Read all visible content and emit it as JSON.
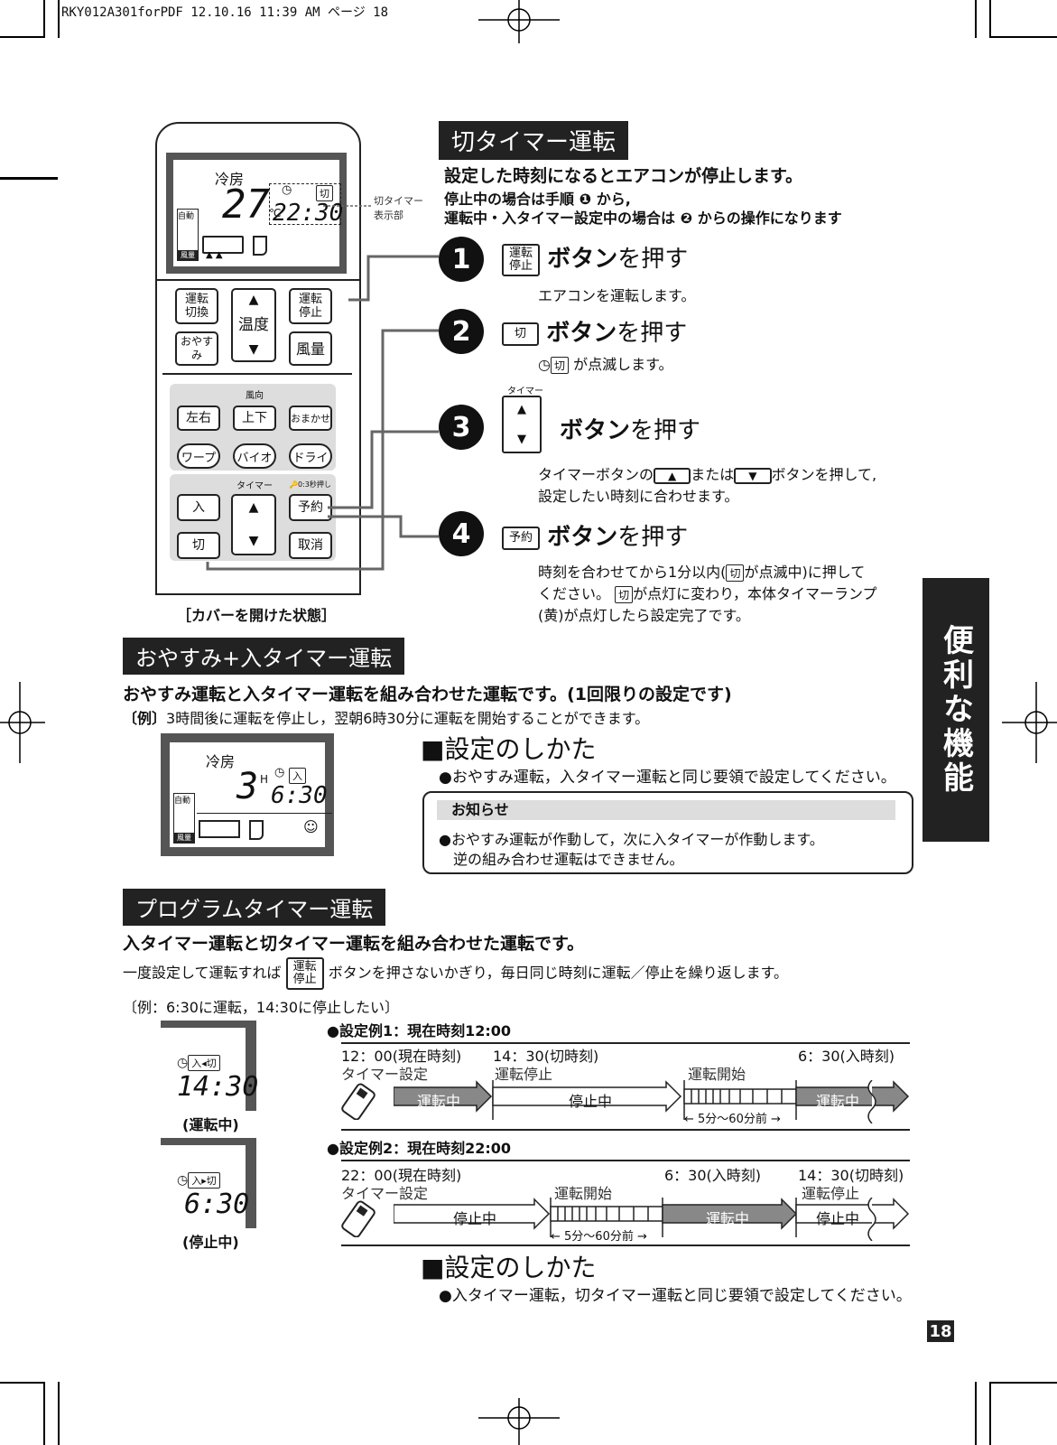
{
  "header": {
    "print_info": "RKY012A301forPDF  12.10.16 11:39 AM  ページ 18"
  },
  "remote": {
    "lcd": {
      "mode": "冷房",
      "temp": "27",
      "unit": "℃",
      "time": "22:30",
      "auto": "自動",
      "fan": "風量",
      "timer_icon_label": "切"
    },
    "callout": "切タイマー\n表示部",
    "buttons": {
      "run_switch": "運転\n切換",
      "temp_up": "▲",
      "temp": "温度",
      "temp_down": "▼",
      "run_stop": "運転\n停止",
      "oyasumi": "おやすみ",
      "fan": "風量",
      "wind_dir": "風向",
      "lr": "左右",
      "ud": "上下",
      "omakase": "おまかせ",
      "warp": "ワープ",
      "bio": "バイオ",
      "dry": "ドライ",
      "timer": "タイマー",
      "lock": "🔑0:3秒押し",
      "in": "入",
      "up": "▲",
      "reserve": "予約",
      "off": "切",
      "down": "▼",
      "cancel": "取消"
    },
    "caption": "［カバーを開けた状態］"
  },
  "sec1": {
    "title": "切タイマー運転",
    "lead": "設定した時刻になるとエアコンが停止します。",
    "sub1": "停止中の場合は手順 ❶ から,",
    "sub2": "運転中・入タイマー設定中の場合は ❷ からの操作になります",
    "steps": [
      {
        "num": "1",
        "key": "運転\n停止",
        "btn": "ボタン",
        "rest": "を押す",
        "desc": "エアコンを運転します。"
      },
      {
        "num": "2",
        "key": "切",
        "btn": "ボタン",
        "rest": "を押す",
        "desc": "が点滅します。",
        "desc_key": "切"
      },
      {
        "num": "3",
        "key_label": "タイマー",
        "btn": "ボタン",
        "rest": "を押す",
        "desc1": "タイマーボタンの",
        "desc_up": "▲",
        "desc_or": "または",
        "desc_down": "▼",
        "desc2": "ボタンを押して,",
        "desc3": "設定したい時刻に合わせます。"
      },
      {
        "num": "4",
        "key": "予約",
        "btn": "ボタン",
        "rest": "を押す",
        "desc1a": "時刻を合わせてから1分以内(",
        "desc1k": "切",
        "desc1b": "が点滅中)に押して",
        "desc2a": "ください。",
        "desc2k": "切",
        "desc2b": "が点灯に変わり，本体タイマーランプ",
        "desc3": "(黄)が点灯したら設定完了です。"
      }
    ]
  },
  "sec2": {
    "title": "おやすみ+入タイマー運転",
    "lead": "おやすみ運転と入タイマー運転を組み合わせた運転です。(1回限りの設定です)",
    "example_label": "〔例〕",
    "example": "3時間後に運転を停止し，翌朝6時30分に運転を開始することができます。",
    "lcd": {
      "mode": "冷房",
      "hours": "3",
      "h": "H",
      "time": "6:30",
      "timer_label": "入",
      "auto": "自動",
      "fan": "風量"
    },
    "howto_title": "■設定のしかた",
    "howto": "●おやすみ運転，入タイマー運転と同じ要領で設定してください。",
    "notice_title": "お知らせ",
    "notice1": "●おやすみ運転が作動して，次に入タイマーが作動します。",
    "notice2": "逆の組み合わせ運転はできません。"
  },
  "sec3": {
    "title": "プログラムタイマー運転",
    "lead": "入タイマー運転と切タイマー運転を組み合わせた運転です。",
    "line_a": "一度設定して運転すれば",
    "line_key": "運転\n停止",
    "line_b": "ボタンを押さないかぎり，毎日同じ時刻に運転／停止を繰り返します。",
    "example": "〔例：6:30に運転，14:30に停止したい〕",
    "lcd1": {
      "labels": "入◂切",
      "time": "14:30",
      "caption": "(運転中)"
    },
    "lcd2": {
      "labels": "入▸切",
      "time": "6:30",
      "caption": "(停止中)"
    },
    "ex1": {
      "title": "●設定例1：現在時刻12:00",
      "t1": "12：00(現在時刻)",
      "t2": "14：30(切時刻)",
      "t3": "6：30(入時刻)",
      "s1": "タイマー設定",
      "s2": "運転停止",
      "s3": "運転開始",
      "b1": "運転中",
      "b2": "停止中",
      "b3": "運転中",
      "range": "← 5分〜60分前 →"
    },
    "ex2": {
      "title": "●設定例2：現在時刻22:00",
      "t1": "22：00(現在時刻)",
      "t2": "6：30(入時刻)",
      "t3": "14：30(切時刻)",
      "s1": "タイマー設定",
      "s2": "運転開始",
      "s3": "運転停止",
      "b1": "停止中",
      "b2": "運転中",
      "b3": "停止中",
      "range": "← 5分〜60分前 →"
    },
    "howto_title": "■設定のしかた",
    "howto": "●入タイマー運転，切タイマー運転と同じ要領で設定してください。"
  },
  "side_tab": "便利な機能",
  "page_number": "18"
}
